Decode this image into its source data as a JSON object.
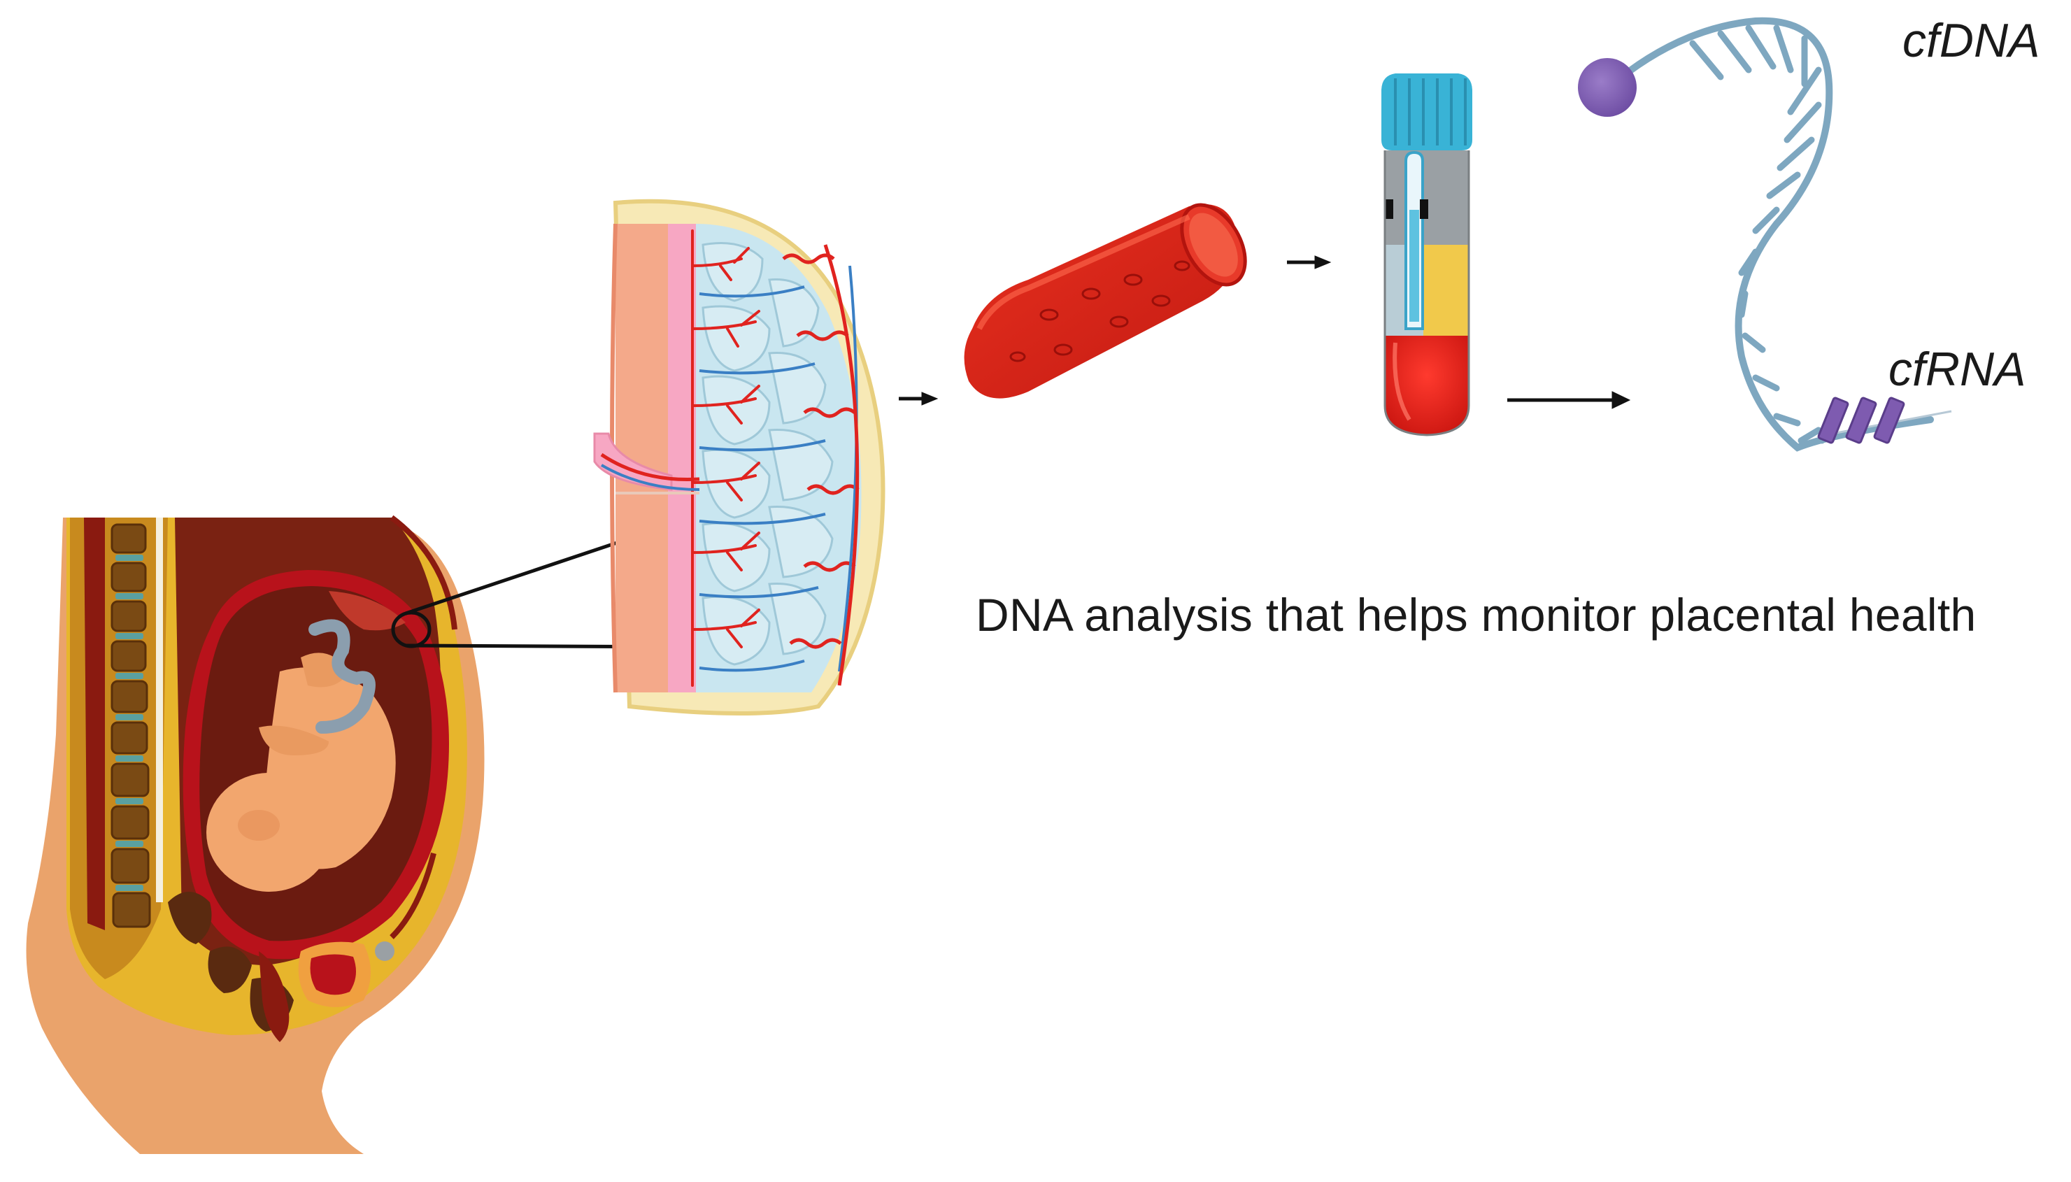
{
  "labels": {
    "cfdna": "cfDNA",
    "cfrna": "cfRNA",
    "caption": "DNA analysis that helps monitor placental health"
  },
  "illustrations": {
    "pregnant_body": "pregnant-body-cross-section-illustration",
    "placenta": "placenta-cross-section-illustration",
    "blood_vessel": "blood-vessel-segment-illustration",
    "blood_tube": "blood-collection-tube-illustration",
    "nucleic_acid": "cell-free-nucleic-acid-strand-illustration"
  },
  "colors": {
    "skin": "#eaa36b",
    "uterus_wall": "#b8121b",
    "amniotic": "#6b1b10",
    "fetus": "#f2a66e",
    "spine_yellow": "#e7b52c",
    "vertebra": "#7a4a14",
    "placenta_pink": "#f7a7c3",
    "villi_blue": "#c9e6f0",
    "vessel_red": "#e0231f",
    "vessel_blue": "#3a7fc4",
    "blood_red": "#d6221b",
    "tube_cap": "#39b3d6",
    "tube_grey": "#9aa0a4",
    "plasma_yellow": "#f1c94b",
    "strand_blue": "#7ea7c0",
    "cap_purple": "#7e5bb0"
  }
}
